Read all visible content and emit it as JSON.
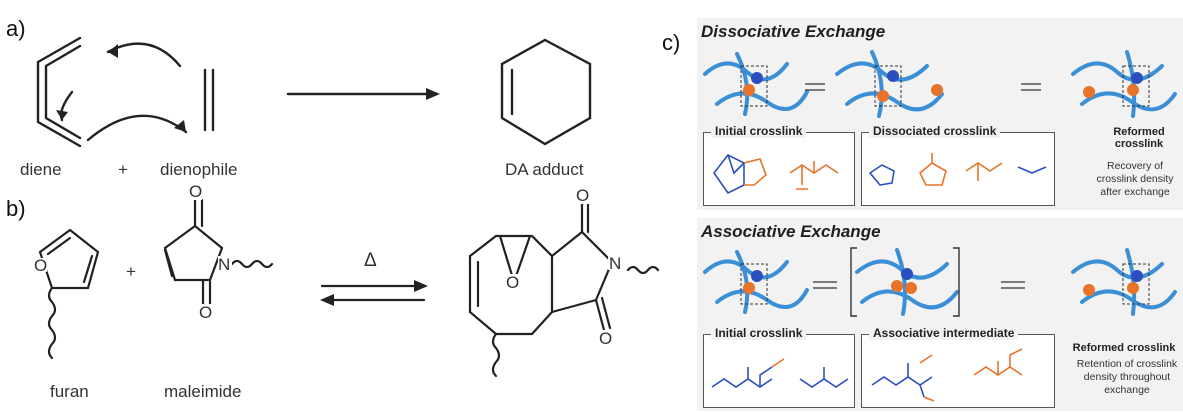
{
  "panel_a": {
    "label": "a)",
    "diene_label": "diene",
    "plus": "+",
    "dienophile_label": "dienophile",
    "adduct_label": "DA adduct"
  },
  "panel_b": {
    "label": "b)",
    "furan_label": "furan",
    "plus": "+",
    "maleimide_label": "maleimide",
    "delta": "Δ",
    "atoms": {
      "o": "O",
      "n": "N"
    }
  },
  "panel_c": {
    "label": "c)",
    "dissociative": {
      "title": "Dissociative Exchange",
      "box1_title": "Initial crosslink",
      "box2_title": "Dissociated crosslink",
      "side_title": "Reformed crosslink",
      "side_note": "Recovery of crosslink density after exchange"
    },
    "associative": {
      "title": "Associative Exchange",
      "box1_title": "Initial crosslink",
      "box2_title": "Associative intermediate",
      "side_title": "Reformed crosslink",
      "side_note": "Retention of crosslink density throughout exchange"
    },
    "colors": {
      "blue": "#2b4fbf",
      "orange": "#e8732a",
      "chain": "#3b8fd6"
    }
  }
}
